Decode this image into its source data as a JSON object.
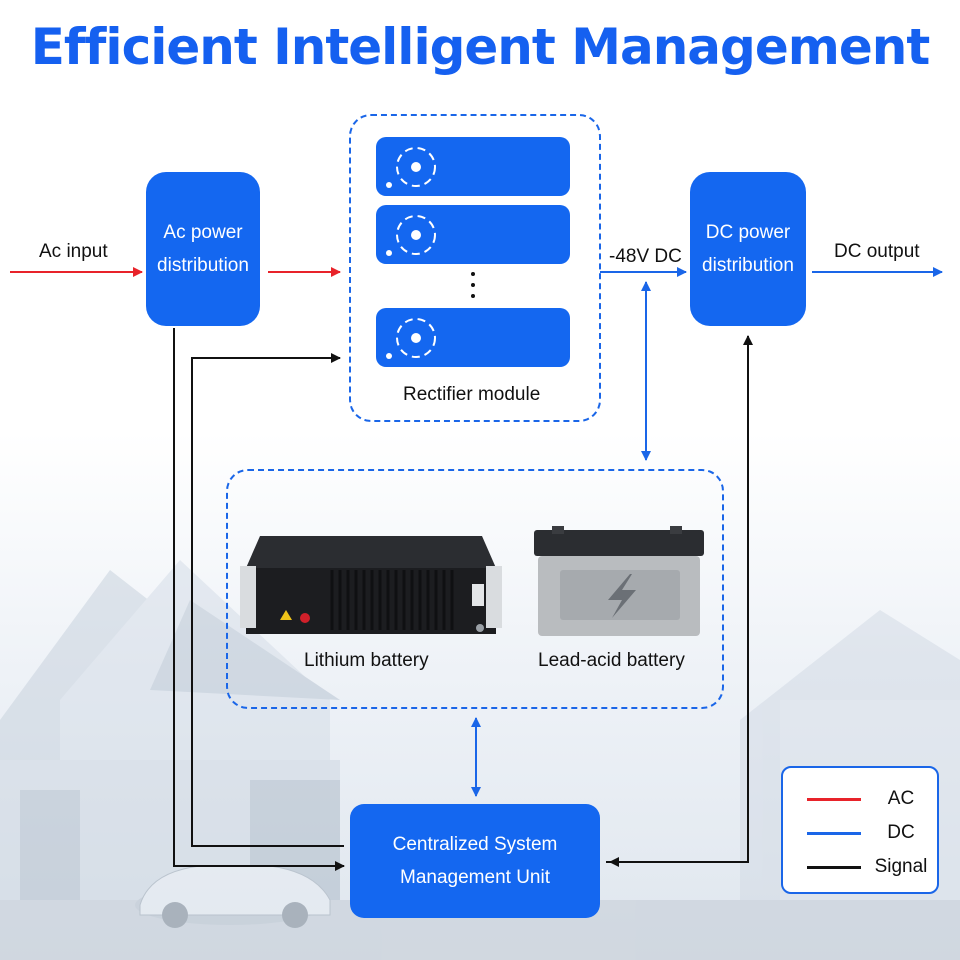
{
  "title": "Efficient Intelligent Management",
  "labels": {
    "ac_input": "Ac input",
    "dc_voltage": "-48V DC",
    "dc_output": "DC output",
    "rectifier": "Rectifier module",
    "lithium": "Lithium battery",
    "lead_acid": "Lead-acid battery"
  },
  "boxes": {
    "ac_dist": [
      "Ac power",
      "distribution"
    ],
    "dc_dist": [
      "DC power",
      "distribution"
    ],
    "csmu": [
      "Centralized System",
      "Management Unit"
    ]
  },
  "legend": [
    {
      "label": "AC",
      "color": "#e8232a"
    },
    {
      "label": "DC",
      "color": "#1a66e8"
    },
    {
      "label": "Signal",
      "color": "#111111"
    }
  ],
  "colors": {
    "ac": "#e8232a",
    "dc": "#1a66e8",
    "signal": "#111111",
    "accent": "#1467f0"
  }
}
